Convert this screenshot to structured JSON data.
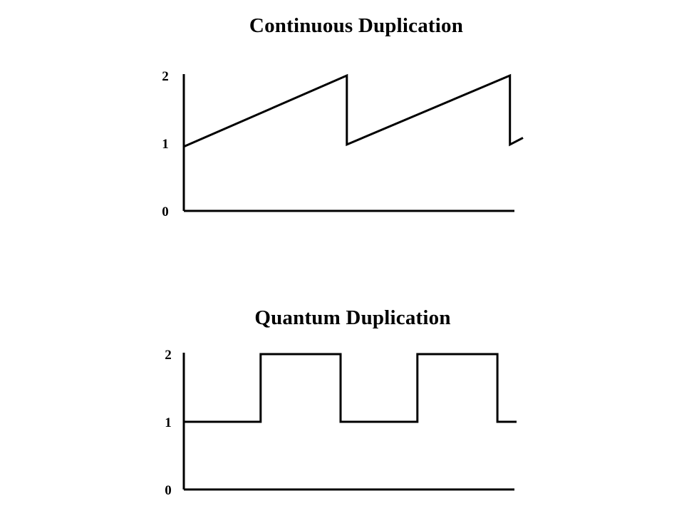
{
  "chart_data": [
    {
      "type": "line",
      "title": "Continuous Duplication",
      "xlabel": "",
      "ylabel": "",
      "ylim": [
        0,
        2
      ],
      "xlim": [
        0,
        5.2
      ],
      "yticks": [
        "0",
        "1",
        "2"
      ],
      "grid": false,
      "series": [
        {
          "values": [
            [
              0,
              0.95
            ],
            [
              2.5,
              2.0
            ],
            [
              2.5,
              0.98
            ],
            [
              5.0,
              2.0
            ],
            [
              5.0,
              0.98
            ],
            [
              5.2,
              1.08
            ]
          ]
        }
      ]
    },
    {
      "type": "line",
      "title": "Quantum Duplication",
      "xlabel": "",
      "ylabel": "",
      "ylim": [
        0,
        2
      ],
      "xlim": [
        0,
        5.2
      ],
      "yticks": [
        "0",
        "1",
        "2"
      ],
      "grid": false,
      "series": [
        {
          "values": [
            [
              0,
              1
            ],
            [
              1.2,
              1
            ],
            [
              1.2,
              2
            ],
            [
              2.45,
              2
            ],
            [
              2.45,
              1
            ],
            [
              3.65,
              1
            ],
            [
              3.65,
              2
            ],
            [
              4.9,
              2
            ],
            [
              4.9,
              1
            ],
            [
              5.2,
              1
            ]
          ]
        }
      ]
    }
  ]
}
